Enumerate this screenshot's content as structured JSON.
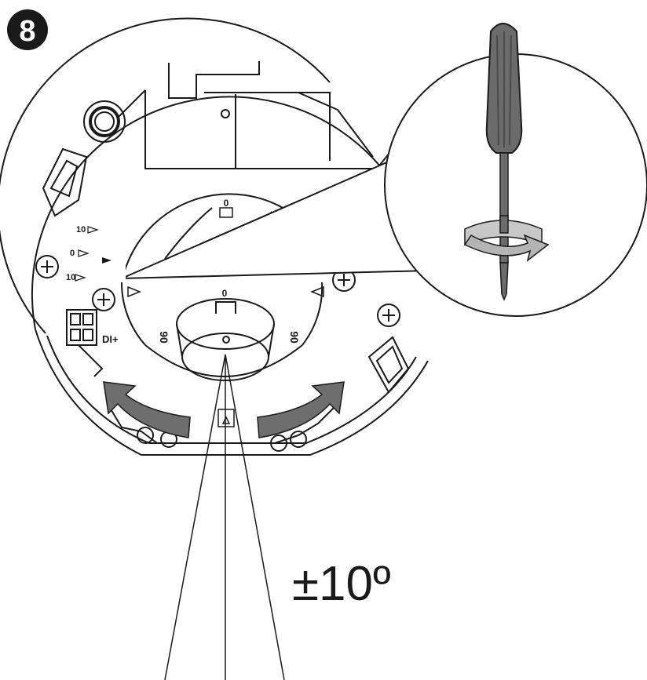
{
  "step": {
    "number": "8"
  },
  "dial": {
    "top_mark": "0",
    "center_mark": "0",
    "left_mark": "90",
    "right_mark": "90"
  },
  "tilt_scale": [
    "10",
    "0",
    "10"
  ],
  "connector": {
    "label": "DI+"
  },
  "tilt_range": {
    "label": "±10º"
  },
  "colors": {
    "line": "#1a1a1a",
    "arrow_fill": "#6e6e6e",
    "screwdriver": "#6b6b6b",
    "rotate_arrow": "#b4b4b4"
  },
  "icons": [
    "screwdriver-icon",
    "rotate-arrow-icon",
    "rotation-arrow-left-icon",
    "rotation-arrow-right-icon",
    "screw-icon"
  ]
}
